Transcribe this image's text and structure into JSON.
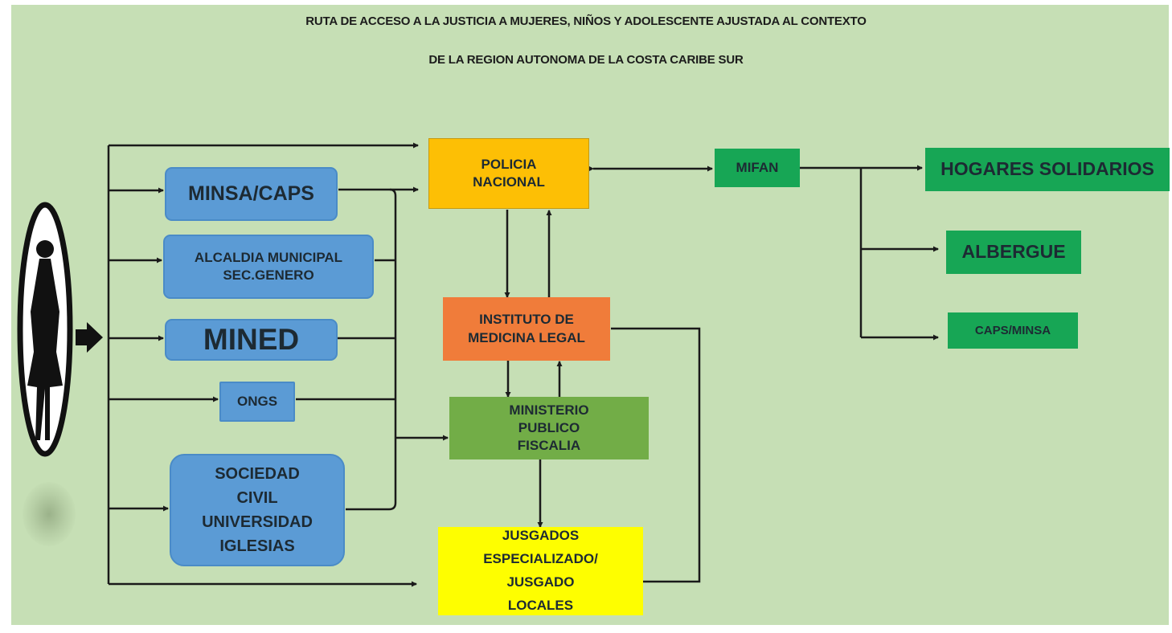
{
  "title": {
    "line1": "RUTA DE ACCESO A LA JUSTICIA A MUJERES, NIÑOS Y ADOLESCENTE AJUSTADA AL CONTEXTO",
    "line2": "DE LA REGION AUTONOMA DE LA COSTA CARIBE SUR"
  },
  "entry_points": {
    "minsa_caps": "MINSA/CAPS",
    "alcaldia": "ALCALDIA MUNICIPAL SEC.GENERO",
    "mined": "MINED",
    "ongs": "ONGS",
    "sociedad": "SOCIEDAD CIVIL UNIVERSIDAD IGLESIAS"
  },
  "justice": {
    "policia": "POLICIA NACIONAL",
    "instituto": "INSTITUTO DE MEDICINA LEGAL",
    "ministerio": "MINISTERIO PUBLICO FISCALIA",
    "jusgados": "JUSGADOS ESPECIALIZADO/ JUSGADO LOCALES"
  },
  "protection": {
    "mifan": "MIFAN",
    "hogares": "HOGARES SOLIDARIOS",
    "albergue": "ALBERGUE",
    "caps_minsa": "CAPS/MINSA"
  },
  "colors": {
    "background": "#c6dfb5",
    "entry_blue": "#5b9bd5",
    "policia": "#fdbf05",
    "instituto": "#f07c3a",
    "ministerio": "#72ad47",
    "jusgados": "#fefe00",
    "protection_green": "#17a655",
    "arrow": "#1a1a1a"
  }
}
